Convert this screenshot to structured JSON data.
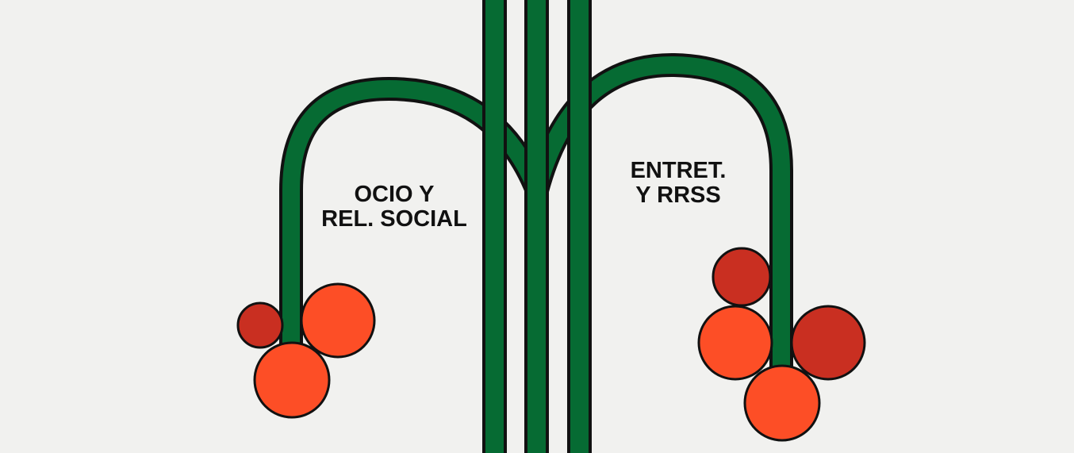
{
  "labels": {
    "left": {
      "line1": "OCIO Y",
      "line2": "REL. SOCIAL"
    },
    "right": {
      "line1": "ENTRET.",
      "line2": "Y RRSS"
    }
  },
  "colors": {
    "background": "#f1f1ef",
    "stem": "#066b33",
    "outline": "#111111",
    "fruit_bright": "#fd4e26",
    "fruit_dark": "#c92f21",
    "text": "#111111"
  }
}
